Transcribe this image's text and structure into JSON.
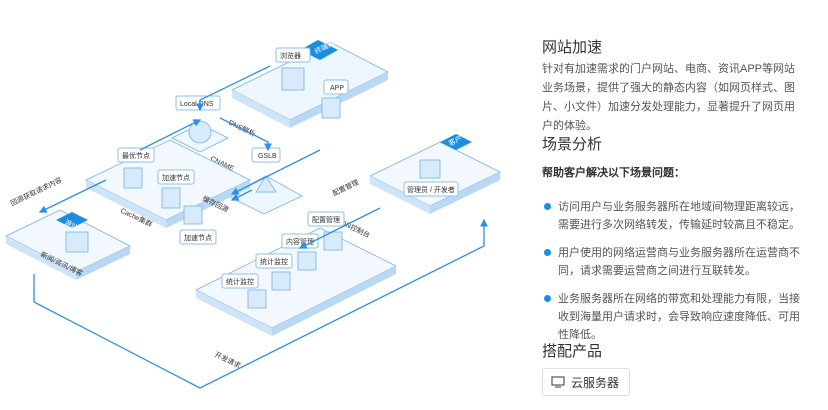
{
  "diagram": {
    "user_region_label": "终端用户",
    "browser_label": "浏览器",
    "app_label": "APP",
    "local_dns_label": "Local DNS",
    "dns_resolve_label": "DNS解析",
    "cname_label": "CNAME",
    "gslb_label": "GSLB",
    "best_node_label": "最优节点",
    "accel_node_label_1": "加速节点",
    "cache_miss_label": "缓存回源",
    "accel_node_label_2": "加速节点",
    "cache_cluster_label": "Cache集群",
    "back_to_source_label": "回源获取请求内容",
    "origin_label": "源站",
    "origin_sub_label": "新闻/资讯/博客",
    "config_mgmt_label": "配置管理",
    "customer_label": "客户",
    "admin_label": "管理员 / 开发者",
    "cdn_console_label": "CDN控制台",
    "config_mgmt_box_label": "配置管理",
    "content_mgmt_label": "内容管理",
    "stats_monitor_label_1": "统计监控",
    "stats_monitor_label_2": "统计监控",
    "dev_request_label": "开发请求"
  },
  "panel": {
    "title_website": "网站加速",
    "description": "针对有加速需求的门户网站、电商、资讯APP等网站业务场景，提供了强大的静态内容（如网页样式、图片、小文件）加速分发处理能力，显著提升了网页用户的体验。",
    "title_scenario": "场景分析",
    "subtitle": "帮助客户解决以下场景问题：",
    "bullets": [
      "访问用户与业务服务器所在地域间物理距离较远，需要进行多次网络转发，传输延时较高且不稳定。",
      "用户使用的网络运营商与业务服务器所在运营商不同，请求需要运营商之间进行互联转发。",
      "业务服务器所在网络的带宽和处理能力有限，当接收到海量用户请求时，会导致响应速度降低、可用性降低。"
    ],
    "title_products": "搭配产品",
    "product_label": "云服务器"
  },
  "colors": {
    "accent": "#1a8ee0",
    "line": "#2f8fe6",
    "box_fill": "#e9f3fd",
    "box_stroke": "#8cbfec"
  }
}
